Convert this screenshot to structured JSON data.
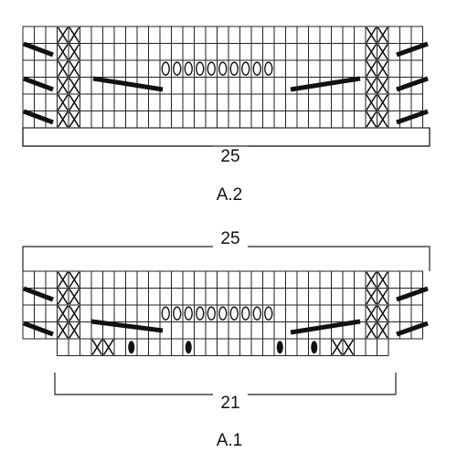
{
  "colors": {
    "grid": "#222222",
    "mark": "#111111",
    "background": "#ffffff"
  },
  "legend": {
    "cross": "cross-stitch-symbol",
    "oval": "open-oval-symbol",
    "dot": "filled-oval-symbol",
    "slash": "bold-slash-symbol"
  },
  "charts": [
    {
      "label": "A.2",
      "top_bracket": null,
      "bottom_bracket": "25",
      "rows": [
        {
          "cross_cols": [
            3,
            4,
            30,
            31
          ],
          "ovals": [],
          "dots": []
        },
        {
          "cross_cols": [
            3,
            4,
            30,
            31
          ],
          "ovals": [],
          "dots": []
        },
        {
          "cross_cols": [
            3,
            4,
            30,
            31
          ],
          "ovals": [
            12,
            13,
            14,
            15,
            16,
            17,
            18,
            19,
            20,
            21
          ],
          "dots": []
        },
        {
          "cross_cols": [
            3,
            4,
            30,
            31
          ],
          "ovals": [],
          "dots": []
        },
        {
          "cross_cols": [
            3,
            4,
            30,
            31
          ],
          "ovals": [],
          "dots": []
        },
        {
          "cross_cols": [
            3,
            4,
            30,
            31
          ],
          "ovals": [],
          "dots": []
        }
      ]
    },
    {
      "label": "A.1",
      "top_bracket": "25",
      "bottom_bracket": "21",
      "rows": [
        {
          "cross_cols": [
            3,
            4,
            30,
            31
          ],
          "ovals": [],
          "dots": []
        },
        {
          "cross_cols": [
            3,
            4,
            30,
            31
          ],
          "ovals": [],
          "dots": []
        },
        {
          "cross_cols": [
            3,
            4,
            30,
            31
          ],
          "ovals": [
            12,
            13,
            14,
            15,
            16,
            17,
            18,
            19,
            20,
            21
          ],
          "dots": []
        },
        {
          "cross_cols": [
            3,
            4,
            30,
            31
          ],
          "ovals": [],
          "dots": []
        },
        {
          "cross_cols": [
            6,
            7,
            27,
            28
          ],
          "ovals": [],
          "dots": [
            9,
            14,
            22,
            25
          ]
        }
      ]
    }
  ]
}
